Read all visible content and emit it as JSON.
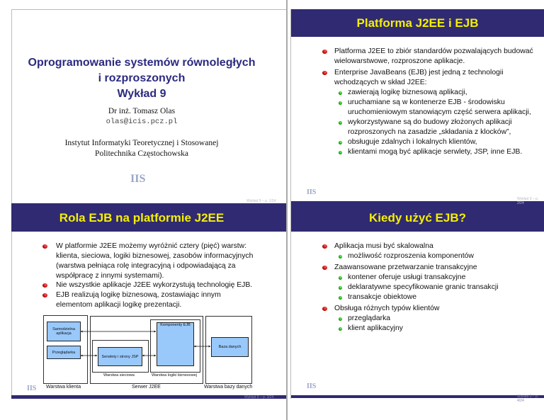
{
  "slide1": {
    "title_lines": [
      "Oprogramowanie systemów równoległych",
      "i rozproszonych",
      "Wykład 9"
    ],
    "author": "Dr inż. Tomasz Olas",
    "email": "olas@icis.pcz.pl",
    "institute": "Instytut Informatyki Teoretycznej i Stosowanej",
    "university": "Politechnika Częstochowska",
    "logo_text": "IIS",
    "footer": "Wykład 9 – p. 1/24"
  },
  "slide2": {
    "title": "Platforma J2EE i EJB",
    "bullets": [
      "Platforma J2EE to zbiór standardów pozwalających budować wielowarstwowe, rozproszone aplikacje.",
      "Enterprise JavaBeans (EJB) jest jedną z technologii wchodzących w skład J2EE:"
    ],
    "sub_bullets": [
      "zawierają logikę biznesową aplikacji,",
      "uruchamiane są w kontenerze EJB - środowisku uruchomieniowym stanowiącym część serwera aplikacji,",
      "wykorzystywane są do budowy złożonych aplikacji rozproszonych na zasadzie „składania z klocków”,",
      "obsługuje zdalnych i lokalnych klientów,",
      "klientami mogą być aplikacje serwlety, JSP, inne EJB."
    ],
    "footer": "Wykład 9 – p. 2/24"
  },
  "slide3": {
    "title": "Rola EJB na platformie J2EE",
    "bullets": [
      "W platformie J2EE możemy wyróżnić cztery (pięć) warstw: klienta, sieciowa, logiki biznesowej, zasobów informacyjnych (warstwa pełniąca rolę integracyjną i odpowiadającą za współpracę z innymi systemami).",
      "Nie wszystkie aplikacje J2EE wykorzystują technologię EJB.",
      "EJB realizują logikę biznesową, zostawiając innym elementom aplikacji logikę prezentacji."
    ],
    "diagram": {
      "standalone": "Samodzielna aplikacja",
      "browser": "Przeglądarka",
      "servlets": "Serwlety i strony JSP",
      "ejb": "Komponenty EJB",
      "database": "Baza danych",
      "web_tier": "Warstwa sieciowa",
      "logic_tier": "Warstwa logiki biznesowej",
      "client_tier": "Warstwa klienta",
      "server": "Serwer J2EE",
      "db_tier": "Warstwa bazy danych"
    },
    "footer": "Wykład 9 – p. 3/24"
  },
  "slide4": {
    "title": "Kiedy użyć EJB?",
    "items": [
      {
        "text": "Aplikacja musi być skalowalna",
        "subs": [
          "możliwość rozproszenia komponentów"
        ]
      },
      {
        "text": "Zaawansowane przetwarzanie transakcyjne",
        "subs": [
          "kontener oferuje usługi transakcyjne",
          "deklaratywne specyfikowanie granic transakcji",
          "transakcje obiektowe"
        ]
      },
      {
        "text": "Obsługa różnych typów klientów",
        "subs": [
          "przeglądarka",
          "klient aplikacyjny"
        ]
      }
    ],
    "footer": "Wykład 9 – p. 4/24"
  }
}
